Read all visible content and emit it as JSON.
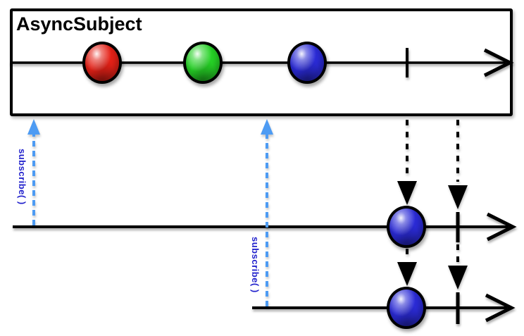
{
  "diagram": {
    "title": "AsyncSubject",
    "kind": "reactive-marble-diagram",
    "colors": {
      "timeline": "#000000",
      "subscribe_arrow": "#4d9bf3",
      "subscribe_label_text": "#2222cc",
      "marble_red": "#e62117",
      "marble_green": "#26d326",
      "marble_blue": "#2b2bd8"
    },
    "source": {
      "marbles": [
        {
          "icon": "red-marble",
          "color": "#e62117"
        },
        {
          "icon": "green-marble",
          "color": "#26d326"
        },
        {
          "icon": "blue-marble",
          "color": "#2b2bd8"
        }
      ],
      "completed": true
    },
    "subscribers": [
      {
        "subscribe_label": "subscribe( )",
        "marbles": [
          {
            "icon": "blue-marble",
            "color": "#2b2bd8"
          }
        ],
        "completed": true
      },
      {
        "subscribe_label": "subscribe( )",
        "marbles": [
          {
            "icon": "blue-marble",
            "color": "#2b2bd8"
          }
        ],
        "completed": true
      }
    ]
  }
}
